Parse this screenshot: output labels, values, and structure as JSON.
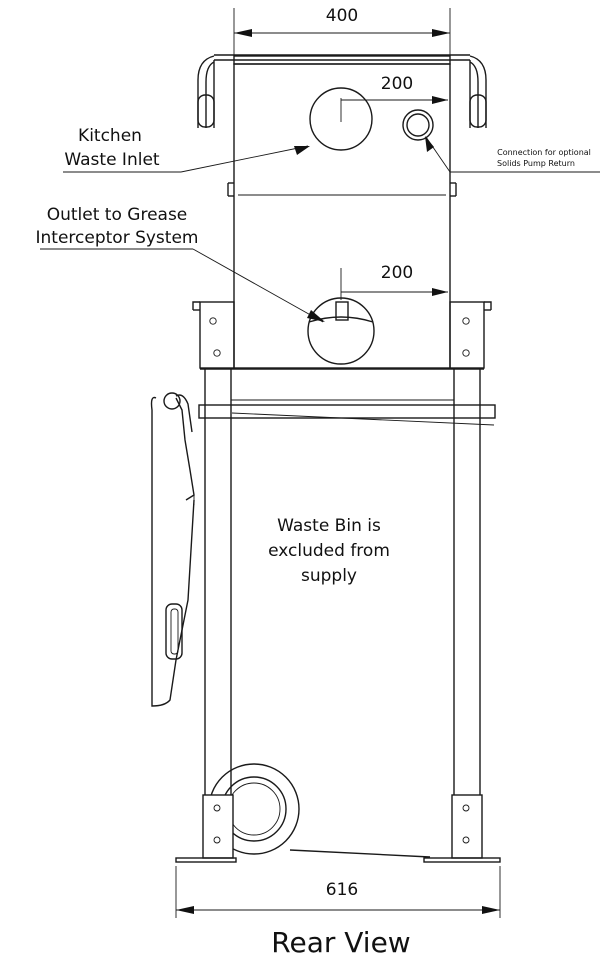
{
  "dimensions": {
    "top_width": "400",
    "inlet_offset": "200",
    "outlet_offset": "200",
    "base_width": "616"
  },
  "labels": {
    "kitchen_inlet_line1": "Kitchen",
    "kitchen_inlet_line2": "Waste Inlet",
    "outlet_line1": "Outlet to Grease",
    "outlet_line2": "Interceptor System",
    "pump_line1": "Connection for optional",
    "pump_line2": "Solids Pump Return",
    "bin_line1": "Waste Bin is",
    "bin_line2": "excluded from",
    "bin_line3": "supply"
  },
  "view_title": "Rear View"
}
